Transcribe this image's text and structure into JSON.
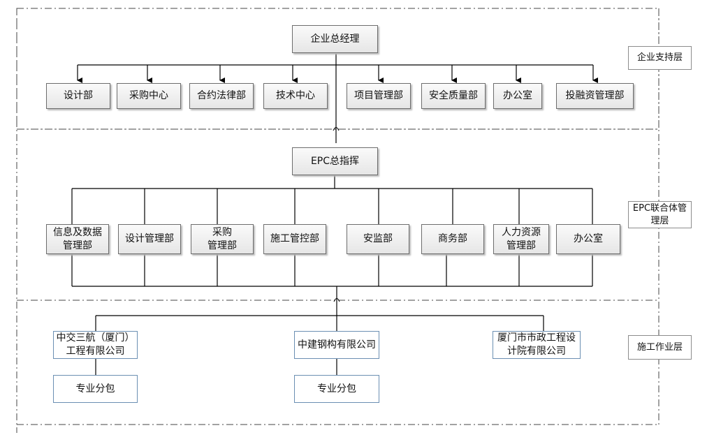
{
  "top_layer": {
    "root": "企业总经理",
    "departments": [
      "设计部",
      "采购中心",
      "合约法律部",
      "技术中心",
      "项目管理部",
      "安全质量部",
      "办公室",
      "投融资管理部"
    ]
  },
  "epc_layer": {
    "root": "EPC总指挥",
    "departments": [
      "信息及数据\n管理部",
      "设计管理部",
      "采购\n管理部",
      "施工管控部",
      "安监部",
      "商务部",
      "人力资源\n管理部",
      "办公室"
    ]
  },
  "construction_layer": {
    "companies": [
      "中交三航（厦门）\n工程有限公司",
      "中建钢构有限公司",
      "厦门市市政工程设\n计院有限公司"
    ],
    "subcontracts": [
      "专业分包",
      "专业分包"
    ]
  },
  "layer_labels": [
    "企业支持层",
    "EPC联合体管\n理层",
    "施工作业层"
  ]
}
